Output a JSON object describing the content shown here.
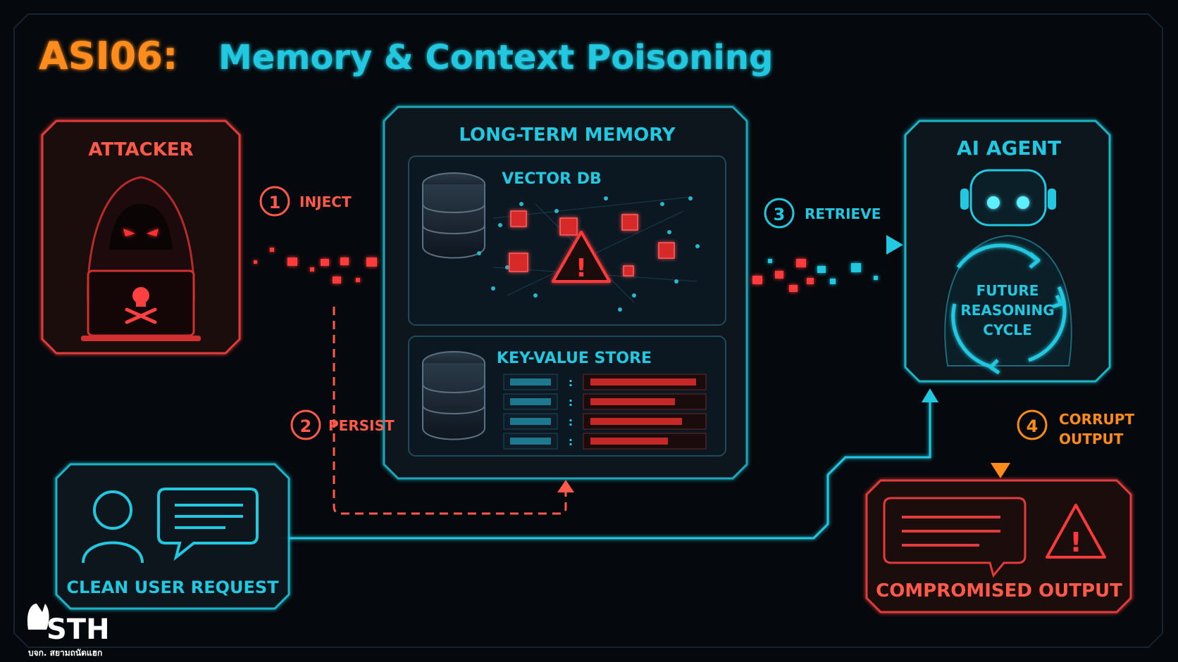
{
  "title": {
    "prefix": "ASI06:",
    "main": "Memory & Context Poisoning"
  },
  "attacker": {
    "label": "ATTACKER"
  },
  "memory": {
    "label": "LONG-TERM MEMORY",
    "vector_db": "VECTOR DB",
    "kv_store": "KEY-VALUE STORE"
  },
  "agent": {
    "label": "AI AGENT",
    "cycle_line1": "FUTURE",
    "cycle_line2": "REASONING",
    "cycle_line3": "CYCLE"
  },
  "user": {
    "label": "CLEAN USER REQUEST"
  },
  "output": {
    "label": "COMPROMISED OUTPUT"
  },
  "steps": [
    {
      "num": "1",
      "label": "INJECT"
    },
    {
      "num": "2",
      "label": "PERSIST"
    },
    {
      "num": "3",
      "label": "RETRIEVE"
    },
    {
      "num": "4",
      "label_line1": "CORRUPT",
      "label_line2": "OUTPUT"
    }
  ],
  "logo": {
    "text": "STH",
    "sub": "บจก. สยามถนัดแฮก"
  },
  "colors": {
    "orange": "#ff8c1a",
    "cyan": "#22c8e0",
    "red": "#ff4545",
    "bg": "#05080c"
  }
}
